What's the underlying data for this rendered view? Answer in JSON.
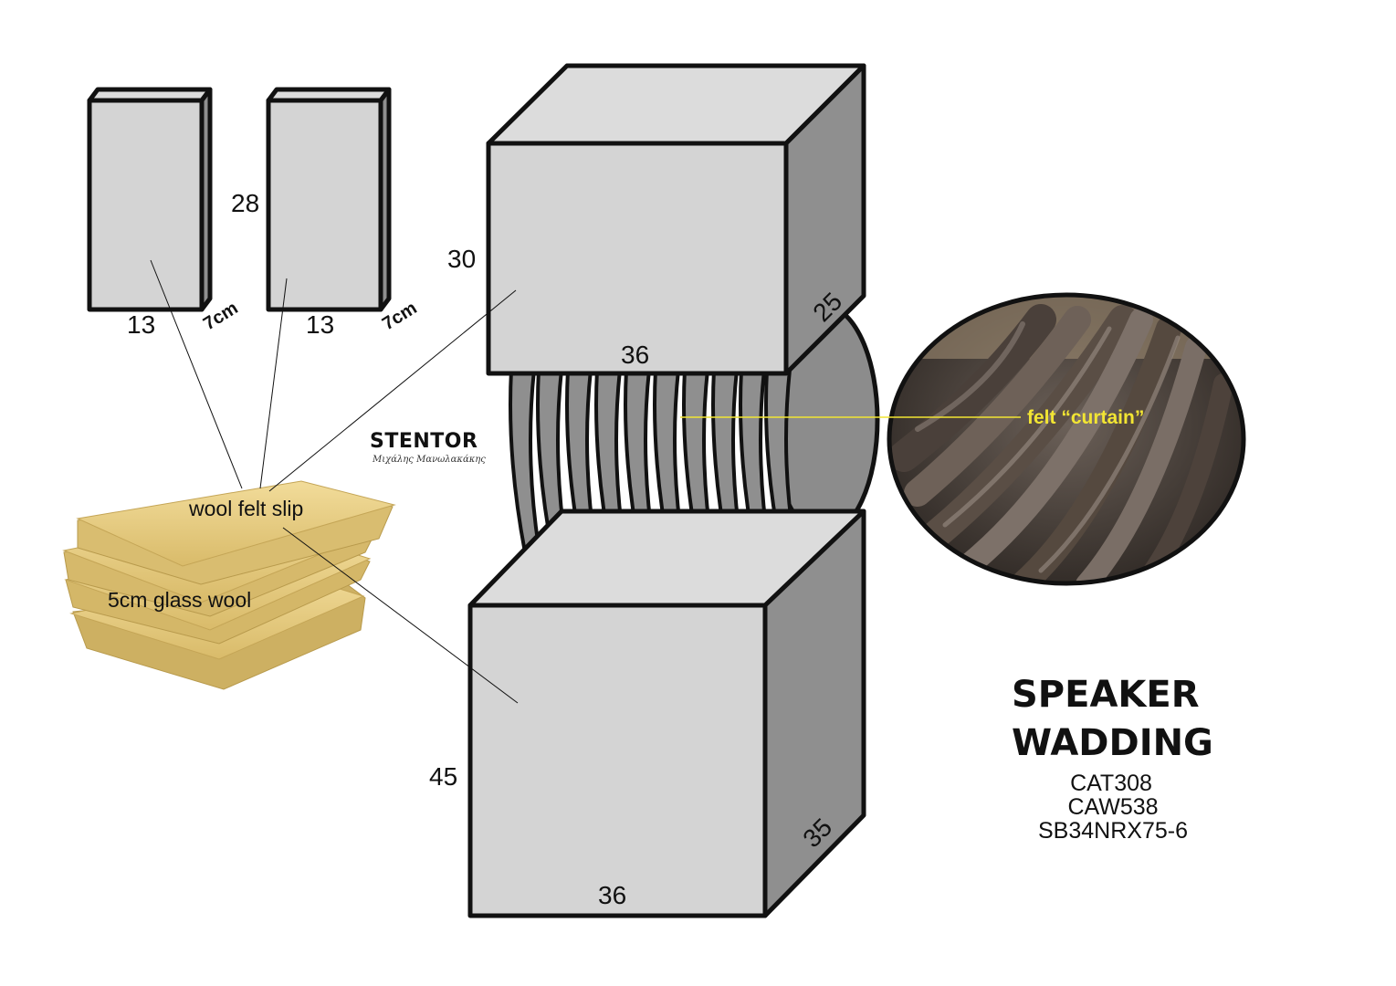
{
  "diagram": {
    "small_blocks": [
      {
        "height": "28",
        "width": "13",
        "depth": "7cm"
      },
      {
        "width": "13",
        "depth": "7cm"
      }
    ],
    "upper_box": {
      "height": "30",
      "width": "36",
      "depth": "25"
    },
    "lower_box": {
      "height": "45",
      "width": "36",
      "depth": "35"
    },
    "labels": {
      "wool_felt_slip": "wool felt slip",
      "glass_wool": "5cm glass wool",
      "felt_curtain": "felt “curtain”"
    },
    "brand": {
      "name": "STENTOR",
      "signature": "Μιχάλης Μανωλακάκης"
    },
    "title_line1": "SPEAKER",
    "title_line2": "WADDING",
    "models": [
      "CAT308",
      "CAW538",
      "SB34NRX75-6"
    ],
    "colors": {
      "box_face": "#d4d4d4",
      "box_side": "#8f8f8f",
      "glass_wool": "#e8cf85",
      "felt": "#5a4e45",
      "felt_label": "#f2e533"
    }
  }
}
